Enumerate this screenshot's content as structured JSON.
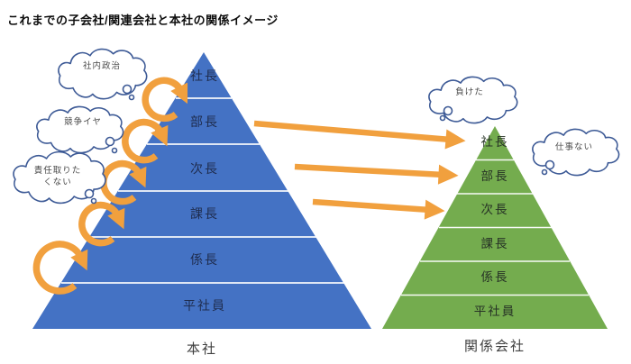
{
  "title": "これまでの子会社/関連会社と本社の関係イメージ",
  "colors": {
    "blue": "#4472C4",
    "green": "#74AC4E",
    "orange": "#F1A03E",
    "cloud_outline": "#3D5A96"
  },
  "pyramids": {
    "honsha": {
      "caption": "本社",
      "levels": [
        "社長",
        "部長",
        "次長",
        "課長",
        "係長",
        "平社員"
      ]
    },
    "kankei": {
      "caption": "関係会社",
      "levels": [
        "社長",
        "部長",
        "次長",
        "課長",
        "係長",
        "平社員"
      ]
    }
  },
  "clouds": {
    "naisei": {
      "text": "社内政治"
    },
    "kyoso": {
      "text": "競争イヤ"
    },
    "sekinin": {
      "lines": [
        "責任取りた",
        "くない"
      ]
    },
    "maketa": {
      "text": "負けた"
    },
    "shigoto": {
      "text": "仕事ない"
    }
  }
}
